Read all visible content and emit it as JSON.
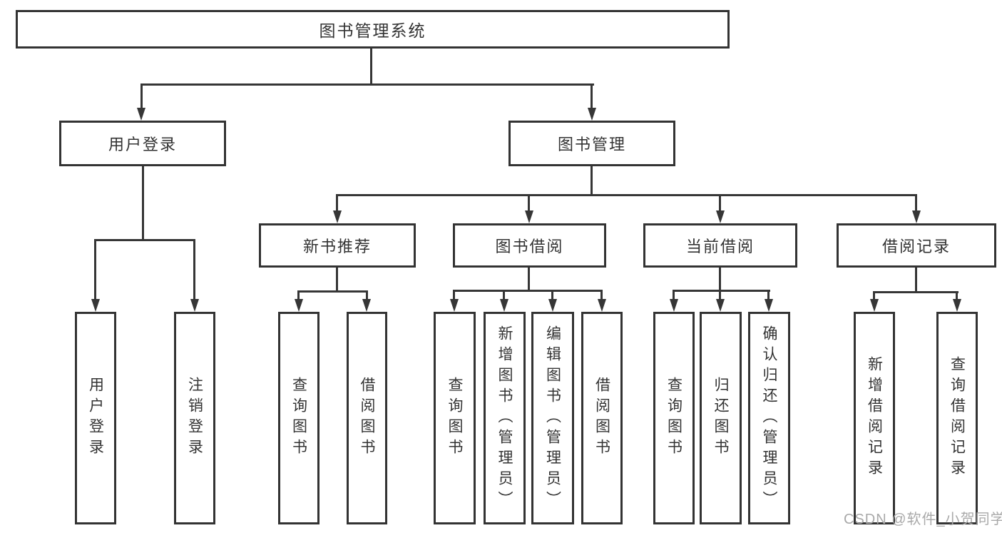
{
  "colors": {
    "line": "#363636",
    "box_border": "#333333",
    "text": "#333333",
    "watermark": "#a9a9a9",
    "background": "#ffffff"
  },
  "watermark": "CSDN @软件_小贺同学",
  "tree": {
    "root": {
      "label": "图书管理系统"
    },
    "user_login": {
      "label": "用户登录",
      "children": {
        "login": {
          "label": "用户登录"
        },
        "logout": {
          "label": "注销登录"
        }
      }
    },
    "book_mgmt": {
      "label": "图书管理",
      "children": {
        "new_books": {
          "label": "新书推荐",
          "children": {
            "query": {
              "label": "查询图书"
            },
            "borrow": {
              "label": "借阅图书"
            }
          }
        },
        "book_borrow": {
          "label": "图书借阅",
          "children": {
            "query": {
              "label": "查询图书"
            },
            "add": {
              "label": "新增图书（管理员）"
            },
            "edit": {
              "label": "编辑图书（管理员）"
            },
            "borrow": {
              "label": "借阅图书"
            }
          }
        },
        "current_borrow": {
          "label": "当前借阅",
          "children": {
            "query": {
              "label": "查询图书"
            },
            "return": {
              "label": "归还图书"
            },
            "confirm": {
              "label": "确认归还（管理员）"
            }
          }
        },
        "borrow_records": {
          "label": "借阅记录",
          "children": {
            "add": {
              "label": "新增借阅记录"
            },
            "query": {
              "label": "查询借阅记录"
            }
          }
        }
      }
    }
  }
}
